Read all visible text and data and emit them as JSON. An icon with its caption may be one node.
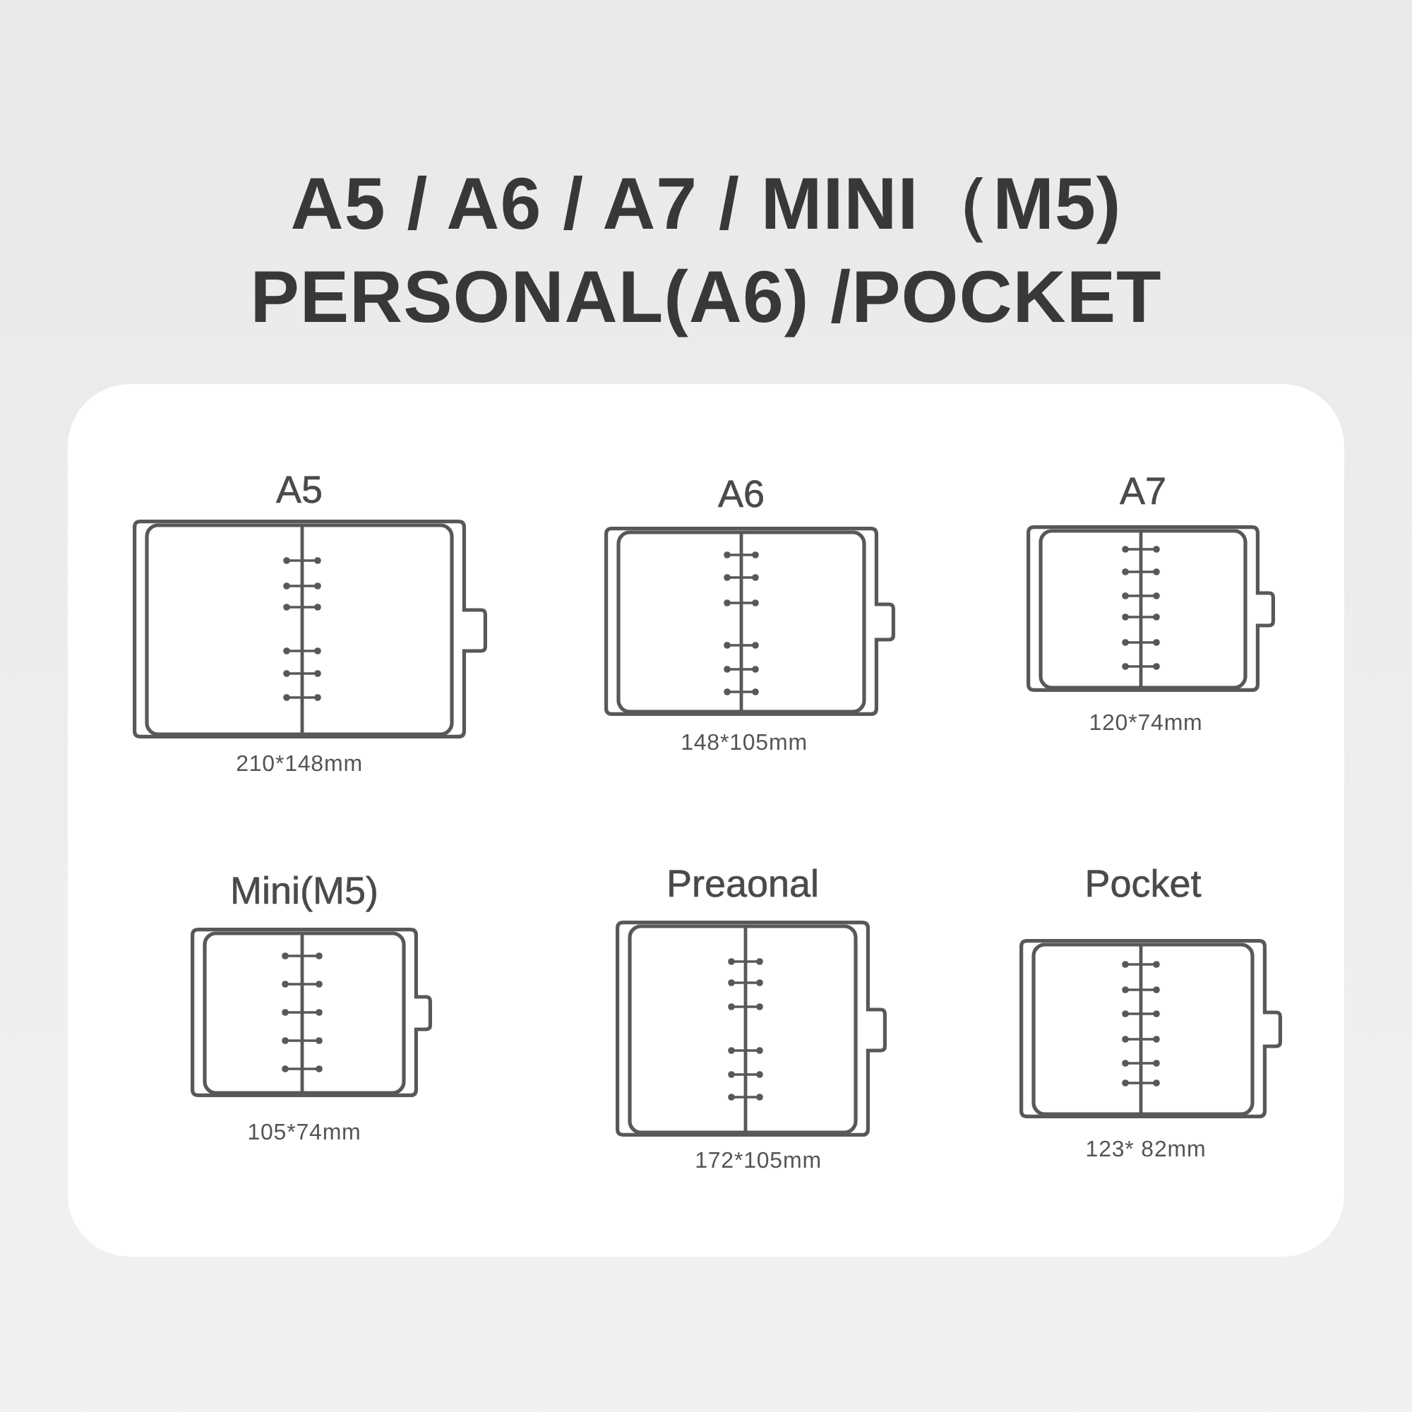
{
  "diagram": {
    "title": "A5 / A6 / A7 / MINI（M5) PERSONAL(A6) /POCKET",
    "nodes": [
      {
        "text": [
          "A5"
        ],
        "beside": [
          "210*148mm"
        ]
      },
      {
        "text": [
          "A6"
        ],
        "beside": [
          "148*105mm"
        ]
      },
      {
        "text": [
          "A7"
        ],
        "beside": [
          "120*74mm"
        ]
      },
      {
        "text": [
          "Mini(M5)"
        ],
        "beside": [
          "105*74mm"
        ]
      },
      {
        "text": [
          "Preaonal"
        ],
        "beside": [
          "172*105mm"
        ]
      },
      {
        "text": [
          "Pocket"
        ],
        "beside": [
          "123* 82mm"
        ]
      }
    ]
  }
}
